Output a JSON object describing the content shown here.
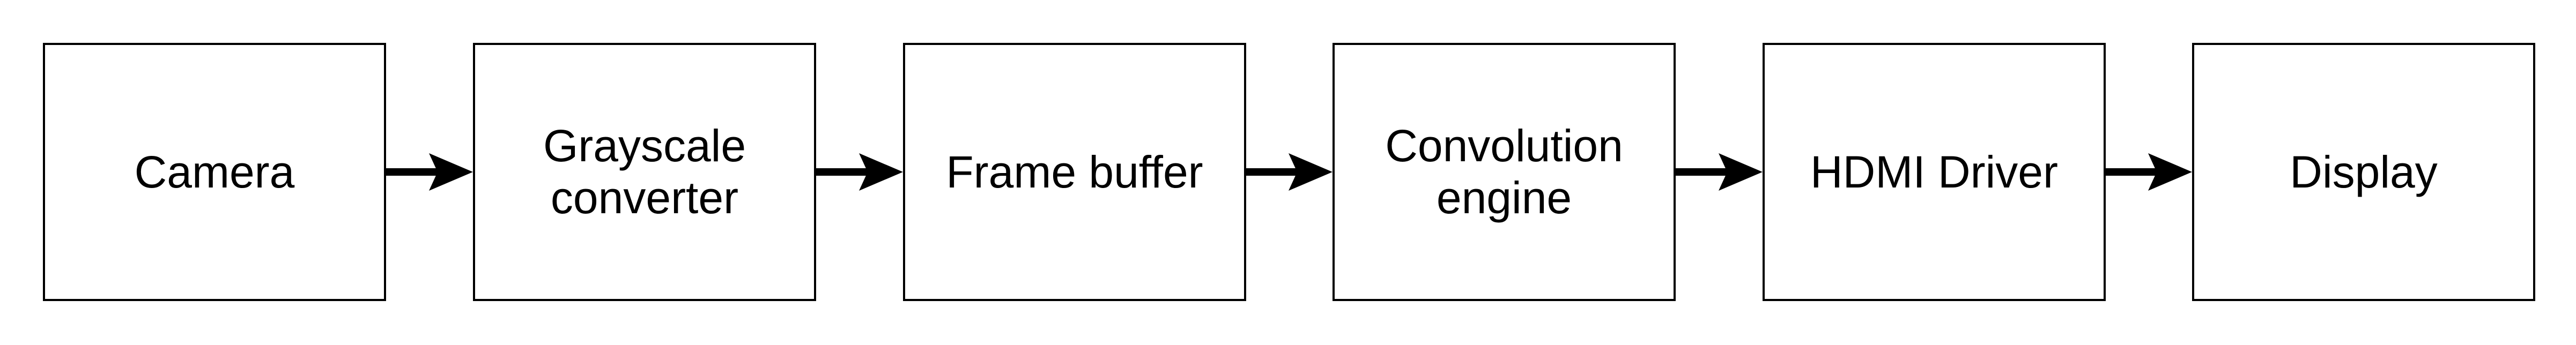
{
  "blocks": [
    {
      "label": "Camera"
    },
    {
      "label": "Grayscale converter"
    },
    {
      "label": "Frame buffer"
    },
    {
      "label": "Convolution engine"
    },
    {
      "label": "HDMI Driver"
    },
    {
      "label": "Display"
    }
  ],
  "colors": {
    "stroke": "#000000",
    "fill": "#ffffff"
  }
}
